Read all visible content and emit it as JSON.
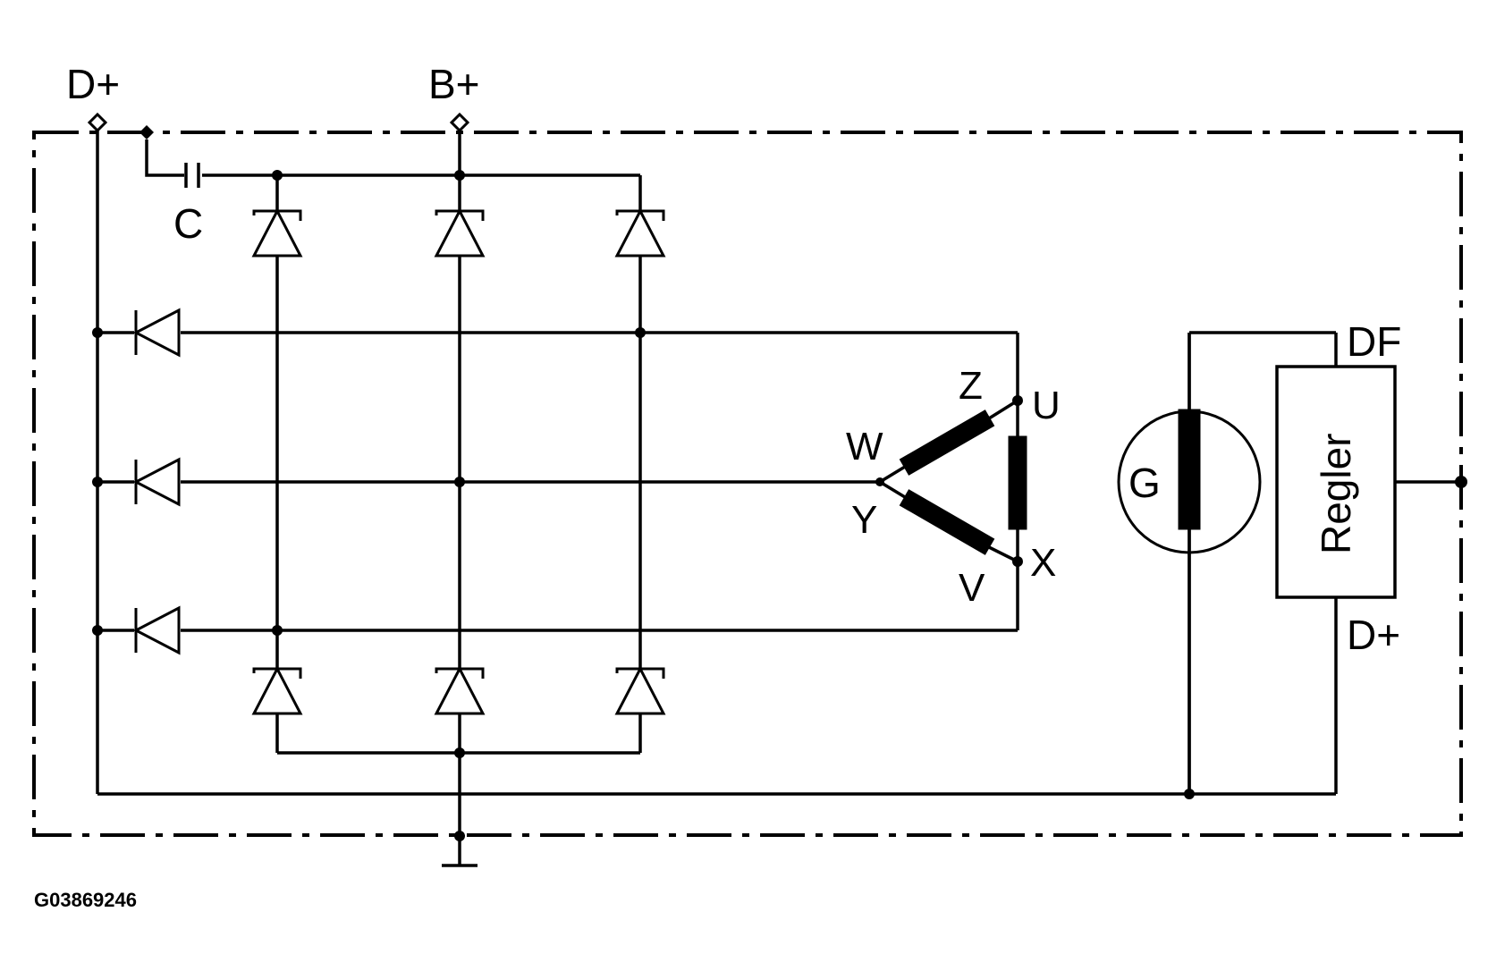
{
  "labels": {
    "d_plus_top": "D+",
    "b_plus_top": "B+",
    "capacitor": "C",
    "winding_z": "Z",
    "winding_u": "U",
    "winding_w": "W",
    "winding_y": "Y",
    "winding_x": "X",
    "winding_v": "V",
    "generator": "G",
    "regulator": "Regler",
    "df": "DF",
    "d_plus_reg": "D+"
  },
  "figure_id": "G03869246"
}
